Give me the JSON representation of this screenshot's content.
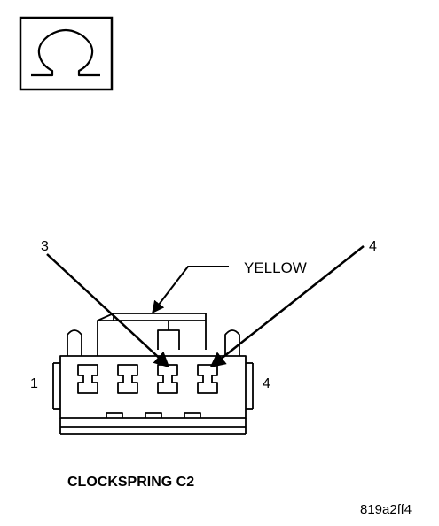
{
  "icon": {
    "name": "ohm-symbol-icon",
    "glyph": "Ω"
  },
  "callouts": {
    "wire_color": "YELLOW",
    "left_pin_number": "3",
    "right_pin_number": "4"
  },
  "side_labels": {
    "left": "1",
    "right": "4"
  },
  "connector_title": "CLOCKSPRING C2",
  "figure_id": "819a2ff4"
}
